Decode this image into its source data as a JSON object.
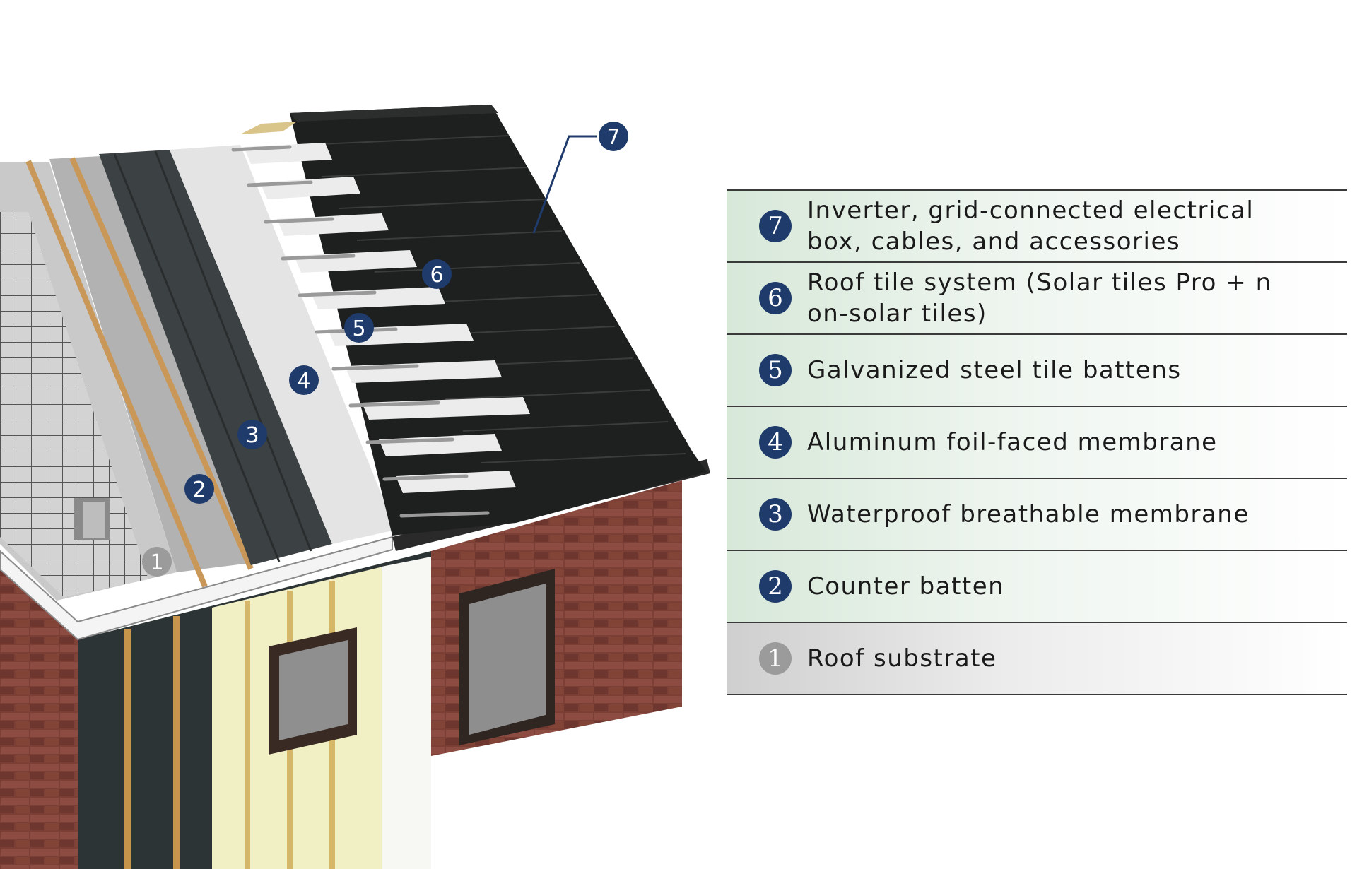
{
  "legend": [
    {
      "number": "7",
      "label": "Inverter, grid-connected electrical\nbox, cables, and accessories"
    },
    {
      "number": "6",
      "label": "Roof tile system (Solar tiles Pro + n\non-solar tiles)"
    },
    {
      "number": "5",
      "label": "Galvanized steel tile battens"
    },
    {
      "number": "4",
      "label": "Aluminum foil-faced membrane"
    },
    {
      "number": "3",
      "label": "Waterproof breathable membrane"
    },
    {
      "number": "2",
      "label": "Counter batten"
    },
    {
      "number": "1",
      "label": "Roof substrate"
    }
  ],
  "diagram_markers": [
    "7",
    "6",
    "5",
    "4",
    "3",
    "2",
    "1"
  ],
  "colors": {
    "badge_blue": "#1f3b6b",
    "badge_gray": "#9b9b9b",
    "row_green": "#d7e8d9",
    "row_gray": "#cfcfcf",
    "tile_dark": "#1e1f1f",
    "brick": "#7a3e35",
    "insulation": "#f1efc4"
  }
}
